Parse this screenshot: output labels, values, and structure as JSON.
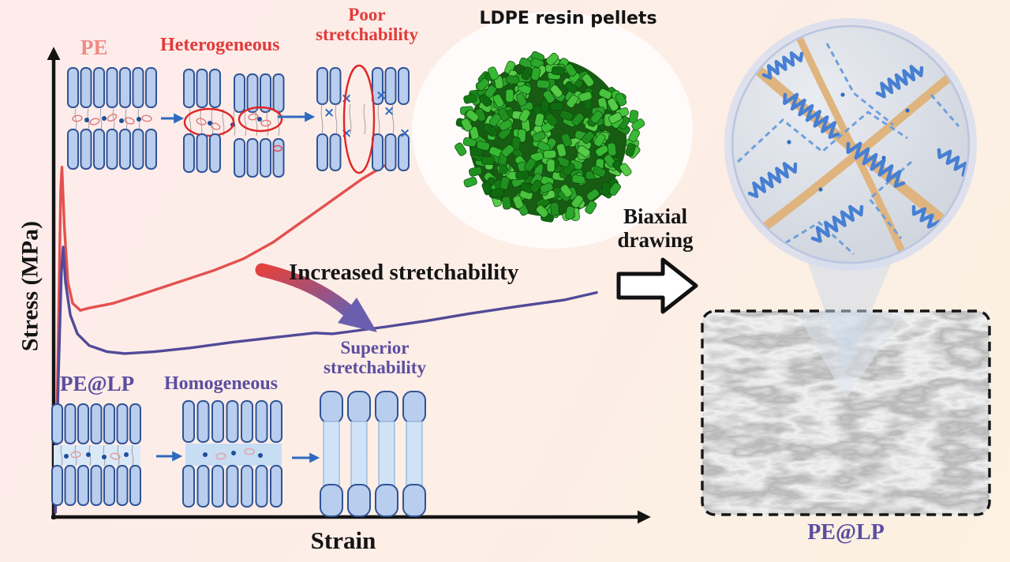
{
  "figure": {
    "axes": {
      "y_label": "Stress (MPa)",
      "x_label": "Strain"
    },
    "top_sequence": {
      "material": "PE",
      "morphology": "Heterogeneous",
      "outcome": "Poor\nstretchability"
    },
    "bottom_sequence": {
      "material": "PE@LP",
      "morphology": "Homogeneous",
      "outcome": "Superior\nstretchability"
    },
    "center_annotation": "Increased stretchability",
    "pellets_caption": "LDPE resin pellets",
    "process_label": "Biaxial\ndrawing",
    "micrograph_caption": "PE@LP"
  },
  "colors": {
    "background_left": "#fdeceb",
    "background_right": "#fcf1e2",
    "pe_curve": "#e4504f",
    "pelp_curve": "#514a99",
    "pe_label": "#f08a85",
    "red_annotation": "#e23b3a",
    "purple_annotation": "#5b4ea0",
    "lamella_fill": "#b9cdee",
    "lamella_stroke": "#2f5496",
    "pellet_green": "#2ca82c",
    "arrow_blue": "#2e6abf",
    "fiber_tan": "#dfb47e"
  },
  "chart_data": {
    "type": "line",
    "title": "Stress-strain comparison of PE vs PE@LP (schematic)",
    "xlabel": "Strain",
    "ylabel": "Stress (MPa)",
    "xlim": [
      0,
      1
    ],
    "ylim": [
      0,
      1
    ],
    "units": "normalized - axes carry no numeric ticks in the figure",
    "grid": false,
    "legend": "none (curves identified by colored labels PE / PE@LP)",
    "series": [
      {
        "name": "PE",
        "color": "#e4504f",
        "shape": "sharp yield peak, softening, then strain hardening; curve ends at low strain (poor stretchability)",
        "points": [
          [
            0.003,
            0.01
          ],
          [
            0.008,
            0.4
          ],
          [
            0.012,
            0.7
          ],
          [
            0.014,
            0.745
          ],
          [
            0.018,
            0.62
          ],
          [
            0.024,
            0.5
          ],
          [
            0.032,
            0.455
          ],
          [
            0.045,
            0.44
          ],
          [
            0.06,
            0.445
          ],
          [
            0.1,
            0.455
          ],
          [
            0.15,
            0.475
          ],
          [
            0.21,
            0.5
          ],
          [
            0.27,
            0.525
          ],
          [
            0.32,
            0.55
          ],
          [
            0.37,
            0.585
          ],
          [
            0.42,
            0.63
          ],
          [
            0.47,
            0.675
          ],
          [
            0.52,
            0.72
          ],
          [
            0.56,
            0.75
          ]
        ]
      },
      {
        "name": "PE@LP",
        "color": "#514a99",
        "shape": "lower yield peak, long gradual hardening extending to much larger strain (superior stretchability)",
        "points": [
          [
            0.003,
            0.01
          ],
          [
            0.008,
            0.3
          ],
          [
            0.013,
            0.52
          ],
          [
            0.016,
            0.575
          ],
          [
            0.02,
            0.5
          ],
          [
            0.028,
            0.43
          ],
          [
            0.04,
            0.39
          ],
          [
            0.06,
            0.365
          ],
          [
            0.09,
            0.352
          ],
          [
            0.12,
            0.348
          ],
          [
            0.17,
            0.352
          ],
          [
            0.23,
            0.36
          ],
          [
            0.3,
            0.372
          ],
          [
            0.37,
            0.382
          ],
          [
            0.44,
            0.392
          ],
          [
            0.47,
            0.39
          ],
          [
            0.5,
            0.395
          ],
          [
            0.56,
            0.405
          ],
          [
            0.63,
            0.418
          ],
          [
            0.7,
            0.433
          ],
          [
            0.78,
            0.448
          ],
          [
            0.86,
            0.462
          ],
          [
            0.915,
            0.478
          ]
        ]
      }
    ],
    "annotations": [
      "Increased stretchability",
      "Poor stretchability (PE)",
      "Superior stretchability (PE@LP)"
    ]
  }
}
